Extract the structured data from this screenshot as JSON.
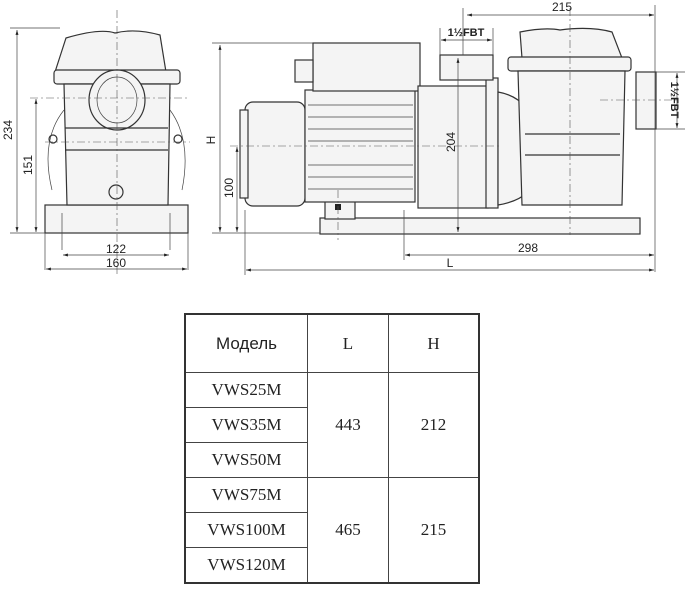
{
  "drawing": {
    "front_view": {
      "dim_total_height": "234",
      "dim_axis_height": "151",
      "dim_bolt_spacing": "122",
      "dim_base_width": "160"
    },
    "side_view": {
      "dim_height": "H",
      "dim_motor_axis": "100",
      "dim_outlet_height": "204",
      "dim_top_length": "215",
      "dim_inlet_offset": "298",
      "dim_length": "L",
      "outlet_thread": "1½FBT",
      "inlet_thread": "1½FBT"
    }
  },
  "table": {
    "headers": [
      "Модель",
      "L",
      "H"
    ],
    "groups": [
      {
        "models": [
          "VWS25M",
          "VWS35M",
          "VWS50M"
        ],
        "L": "443",
        "H": "212"
      },
      {
        "models": [
          "VWS75M",
          "VWS100M",
          "VWS120M"
        ],
        "L": "465",
        "H": "215"
      }
    ]
  }
}
